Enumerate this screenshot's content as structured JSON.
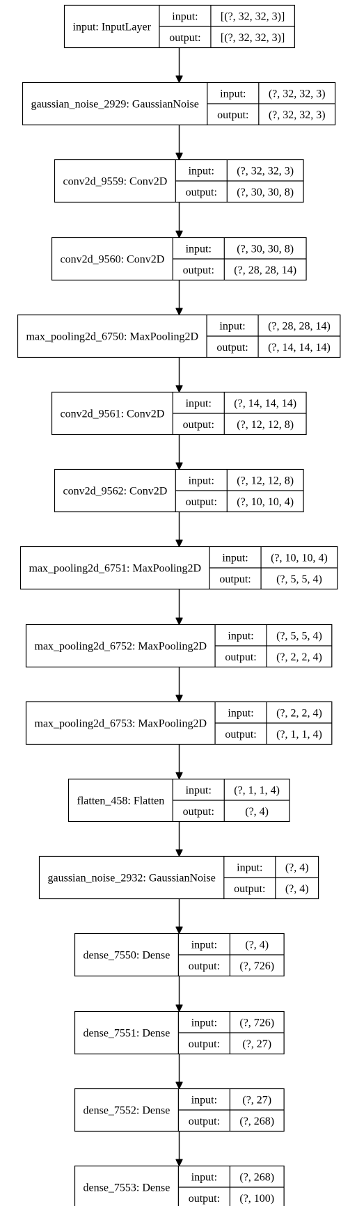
{
  "diagram": {
    "port_labels": {
      "input": "input:",
      "output": "output:"
    },
    "layers": [
      {
        "name": "input: InputLayer",
        "input": "[(?, 32, 32, 3)]",
        "output": "[(?, 32, 32, 3)]"
      },
      {
        "name": "gaussian_noise_2929: GaussianNoise",
        "input": "(?, 32, 32, 3)",
        "output": "(?, 32, 32, 3)"
      },
      {
        "name": "conv2d_9559: Conv2D",
        "input": "(?, 32, 32, 3)",
        "output": "(?, 30, 30, 8)"
      },
      {
        "name": "conv2d_9560: Conv2D",
        "input": "(?, 30, 30, 8)",
        "output": "(?, 28, 28, 14)"
      },
      {
        "name": "max_pooling2d_6750: MaxPooling2D",
        "input": "(?, 28, 28, 14)",
        "output": "(?, 14, 14, 14)"
      },
      {
        "name": "conv2d_9561: Conv2D",
        "input": "(?, 14, 14, 14)",
        "output": "(?, 12, 12, 8)"
      },
      {
        "name": "conv2d_9562: Conv2D",
        "input": "(?, 12, 12, 8)",
        "output": "(?, 10, 10, 4)"
      },
      {
        "name": "max_pooling2d_6751: MaxPooling2D",
        "input": "(?, 10, 10, 4)",
        "output": "(?, 5, 5, 4)"
      },
      {
        "name": "max_pooling2d_6752: MaxPooling2D",
        "input": "(?, 5, 5, 4)",
        "output": "(?, 2, 2, 4)"
      },
      {
        "name": "max_pooling2d_6753: MaxPooling2D",
        "input": "(?, 2, 2, 4)",
        "output": "(?, 1, 1, 4)"
      },
      {
        "name": "flatten_458: Flatten",
        "input": "(?, 1, 1, 4)",
        "output": "(?, 4)"
      },
      {
        "name": "gaussian_noise_2932: GaussianNoise",
        "input": "(?, 4)",
        "output": "(?, 4)"
      },
      {
        "name": "dense_7550: Dense",
        "input": "(?, 4)",
        "output": "(?, 726)"
      },
      {
        "name": "dense_7551: Dense",
        "input": "(?, 726)",
        "output": "(?, 27)"
      },
      {
        "name": "dense_7552: Dense",
        "input": "(?, 27)",
        "output": "(?, 268)"
      },
      {
        "name": "dense_7553: Dense",
        "input": "(?, 268)",
        "output": "(?, 100)"
      }
    ]
  }
}
